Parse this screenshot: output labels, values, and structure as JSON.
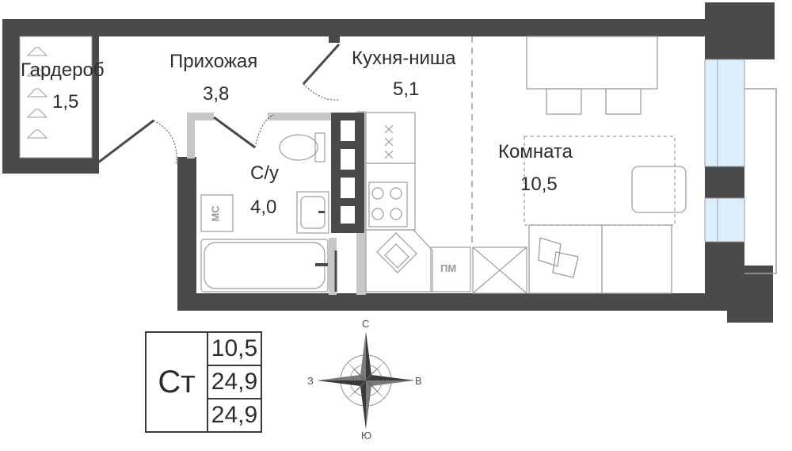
{
  "rooms": {
    "wardrobe": {
      "name": "Гардероб",
      "area": "1,5"
    },
    "hallway": {
      "name": "Прихожая",
      "area": "3,8"
    },
    "kitchen": {
      "name": "Кухня-ниша",
      "area": "5,1"
    },
    "bathroom": {
      "name": "С/у",
      "area": "4,0"
    },
    "room": {
      "name": "Комната",
      "area": "10,5"
    }
  },
  "equipment": {
    "washing_machine": "МС",
    "dishwasher": "ПМ"
  },
  "summary": {
    "type": "Ст",
    "living_area": "10,5",
    "total_area": "24,9",
    "total_area_with_balcony": "24,9"
  },
  "compass": {
    "north": "С",
    "south": "Ю",
    "west": "З",
    "east": "В"
  },
  "colors": {
    "wall": "#4a4a4a",
    "partition": "#c8c8c8",
    "window": "#dcefff",
    "line": "#9e9e9e"
  }
}
